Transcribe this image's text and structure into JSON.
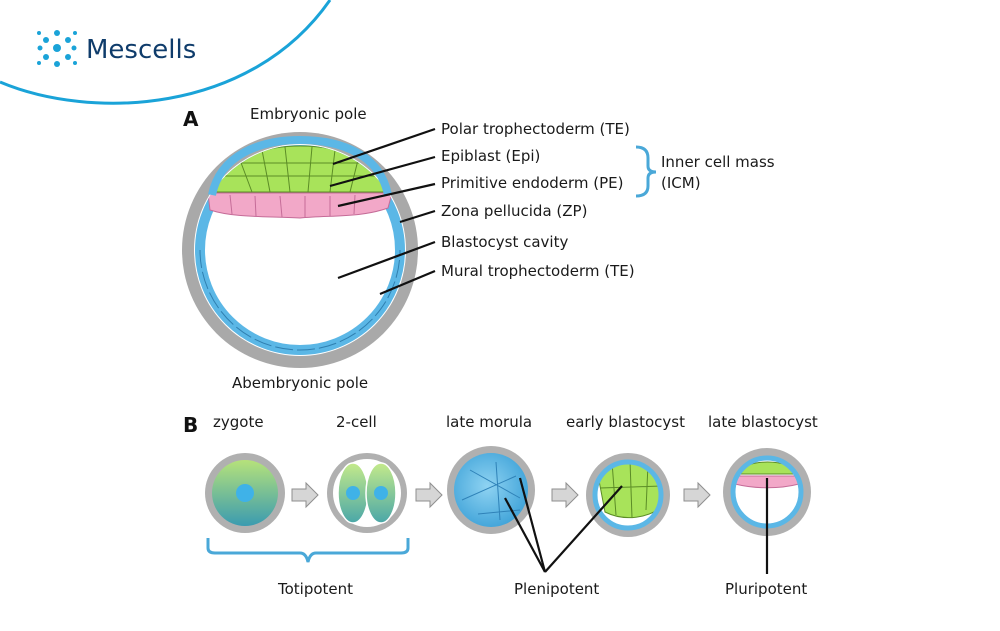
{
  "brand": {
    "name": "Mescells",
    "logo_icon": "cell-cluster-icon"
  },
  "colors": {
    "brand_text": "#0f3c6b",
    "brand_accent": "#1aa3d8",
    "trophectoderm": "#5bb7e6",
    "epiblast": "#a8e35a",
    "primitive_endoderm": "#f2a8c8",
    "zona": "#a9a9a9",
    "bracket": "#4aa8d8"
  },
  "panel_a": {
    "letter": "A",
    "top_label": "Embryonic pole",
    "bottom_label": "Abembryonic pole",
    "labels": [
      "Polar trophectoderm (TE)",
      "Epiblast (Epi)",
      "Primitive endoderm (PE)",
      "Zona pellucida (ZP)",
      "Blastocyst cavity",
      "Mural trophectoderm (TE)"
    ],
    "group_label_line1": "Inner cell mass",
    "group_label_line2": "(ICM)"
  },
  "panel_b": {
    "letter": "B",
    "stages": [
      "zygote",
      "2-cell",
      "late morula",
      "early blastocyst",
      "late blastocyst"
    ],
    "potency": [
      "Totipotent",
      "Plenipotent",
      "Pluripotent"
    ]
  }
}
